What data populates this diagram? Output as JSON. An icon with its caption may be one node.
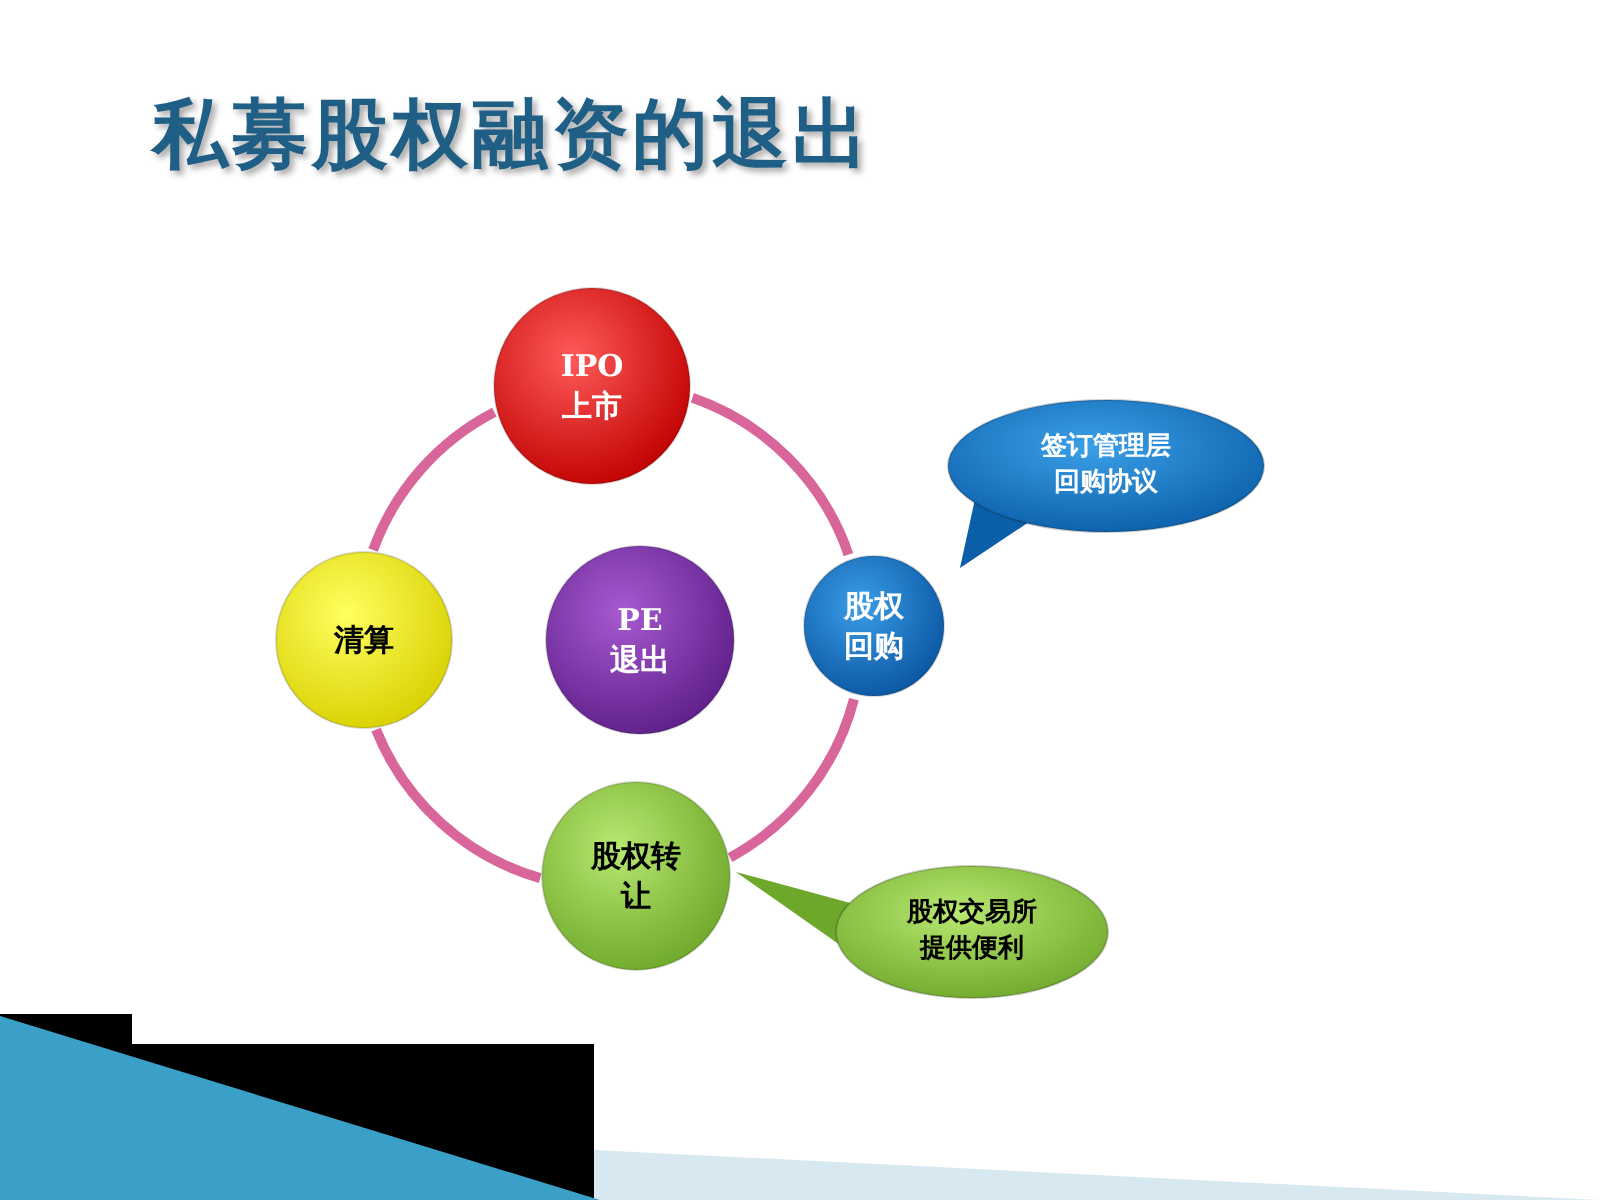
{
  "diagram": {
    "title": "私募股权融资的退出",
    "nodes": [
      {
        "text": [
          "IPO",
          "上市"
        ]
      },
      {
        "text": [
          "签订管理层回购协议"
        ]
      },
      {
        "text": [
          "清算"
        ]
      },
      {
        "text": [
          "PE",
          "退出"
        ]
      },
      {
        "text": [
          "股权回购"
        ]
      },
      {
        "text": [
          "股权转让"
        ]
      },
      {
        "text": [
          "股权交易所提供便利"
        ]
      }
    ],
    "edges": [
      {
        "from": 0,
        "to": 4,
        "arrow": "none"
      },
      {
        "from": 4,
        "to": 5,
        "arrow": "none"
      },
      {
        "from": 5,
        "to": 2,
        "arrow": "none"
      },
      {
        "from": 2,
        "to": 0,
        "arrow": "none"
      }
    ]
  }
}
